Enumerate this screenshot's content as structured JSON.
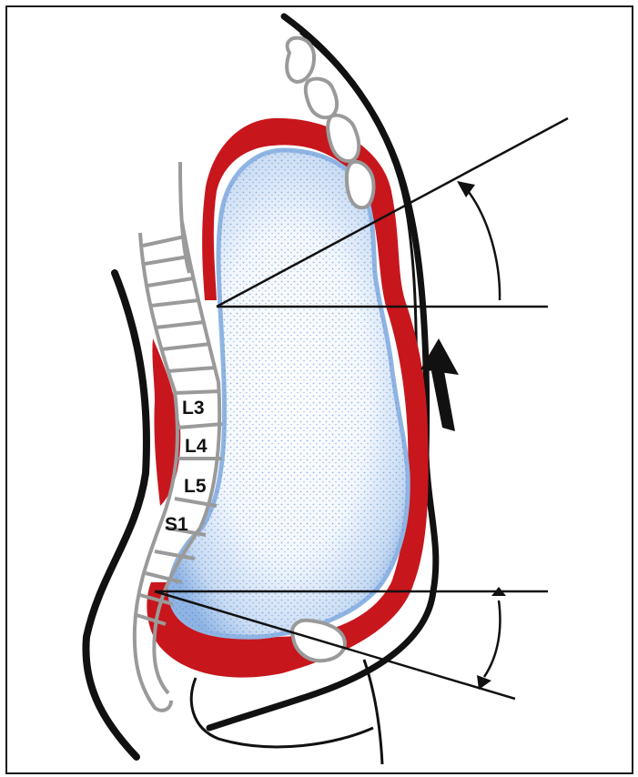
{
  "diagram": {
    "vertebra_labels": [
      "L3",
      "L4",
      "L5",
      "S1"
    ],
    "colors": {
      "outline": "#111111",
      "muscle_red": "#c8161d",
      "fluid_blue": "#8fb4e3",
      "fluid_dot": "#3f7fd0",
      "spine_gray": "#9a9a9a"
    },
    "icons": {
      "upward_arrow": "thick-arrow-up-icon",
      "upper_angle": "curved-double-arrow-icon",
      "lower_angle": "curved-double-arrow-icon"
    }
  }
}
